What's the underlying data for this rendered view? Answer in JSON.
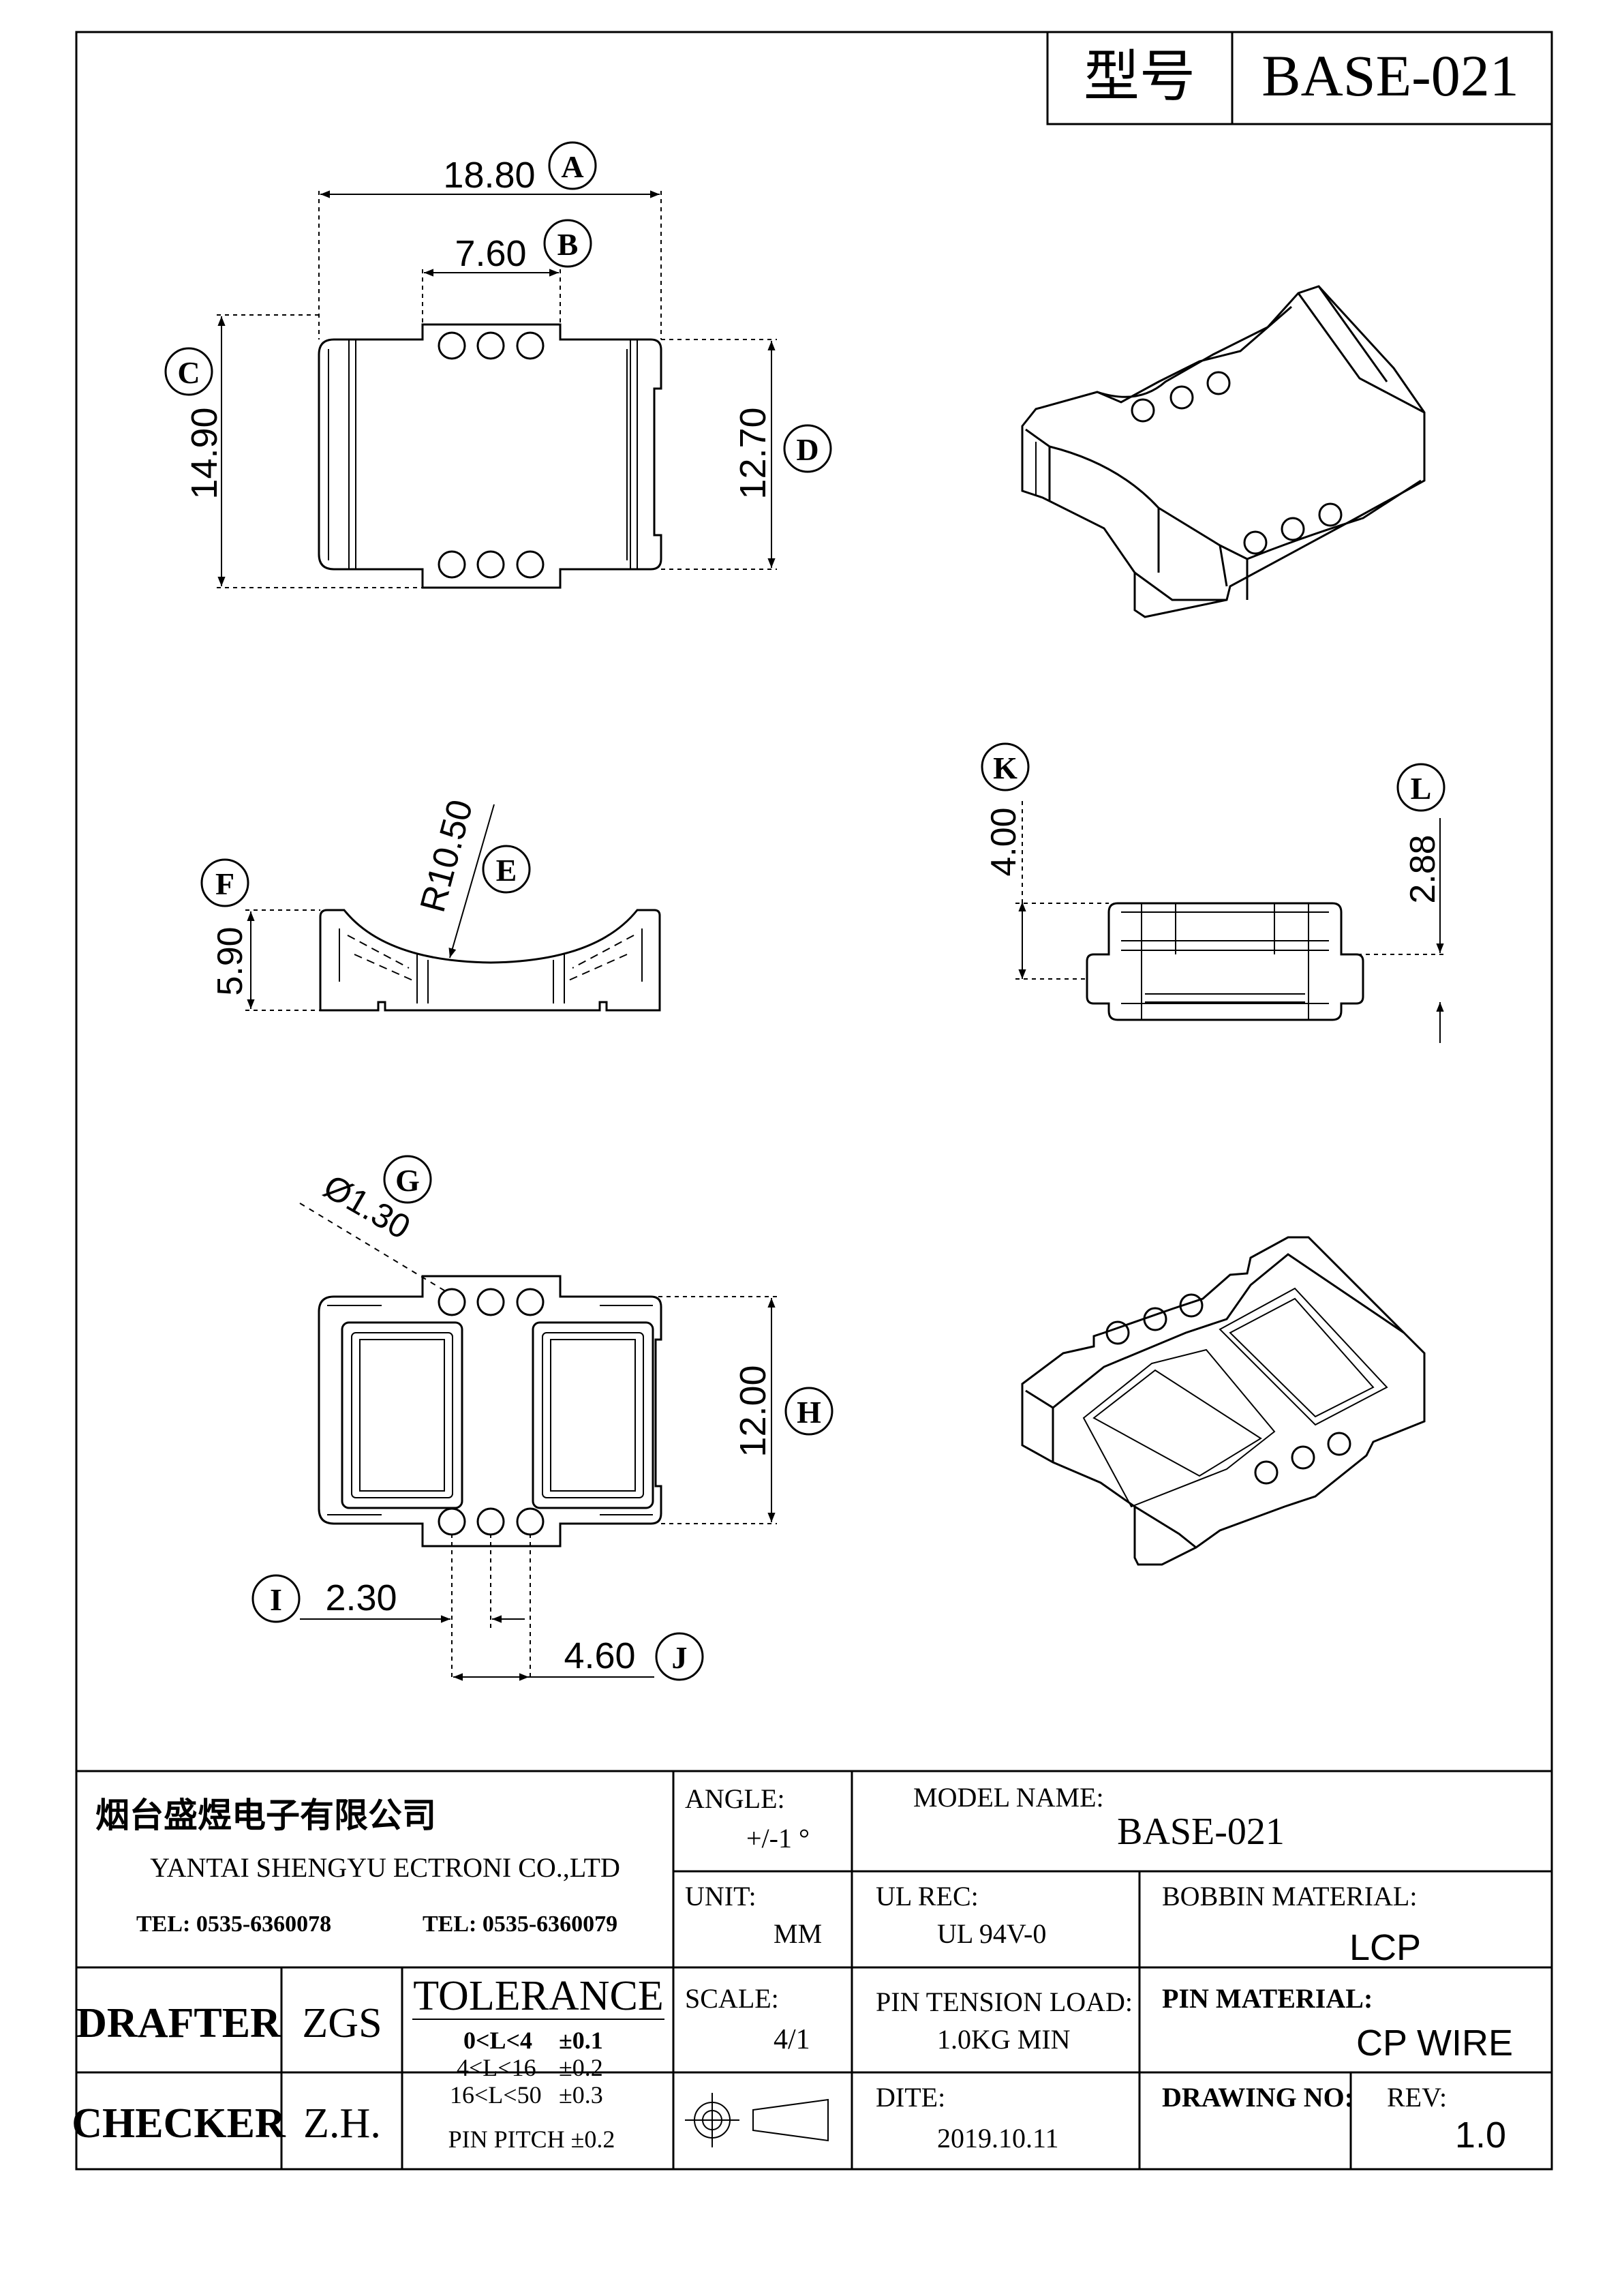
{
  "title_block_top": {
    "model_label": "型号",
    "model_value": "BASE-021"
  },
  "dimensions": {
    "A": {
      "tag": "A",
      "value": "18.80"
    },
    "B": {
      "tag": "B",
      "value": "7.60"
    },
    "C": {
      "tag": "C",
      "value": "14.90"
    },
    "D": {
      "tag": "D",
      "value": "12.70"
    },
    "E": {
      "tag": "E",
      "value": "R10.50"
    },
    "F": {
      "tag": "F",
      "value": "5.90"
    },
    "G": {
      "tag": "G",
      "value": "Ø1.30"
    },
    "H": {
      "tag": "H",
      "value": "12.00"
    },
    "I": {
      "tag": "I",
      "value": "2.30"
    },
    "J": {
      "tag": "J",
      "value": "4.60"
    },
    "K": {
      "tag": "K",
      "value": "4.00"
    },
    "L": {
      "tag": "L",
      "value": "2.88"
    }
  },
  "company": {
    "name_cn": "烟台盛煜电子有限公司",
    "name_en": "YANTAI SHENGYU ECTRONI CO.,LTD",
    "tel1": "TEL: 0535-6360078",
    "tel2": "TEL: 0535-6360079"
  },
  "angle": {
    "label": "ANGLE:",
    "value": "+/-1 °"
  },
  "unit": {
    "label": "UNIT:",
    "value": "MM"
  },
  "scale": {
    "label": "SCALE:",
    "value": "4/1"
  },
  "model_name": {
    "label": "MODEL NAME:",
    "value": "BASE-021"
  },
  "ul_rec": {
    "label": "UL REC:",
    "value": "UL 94V-0"
  },
  "bobbin_material": {
    "label": "BOBBIN MATERIAL:",
    "value": "LCP"
  },
  "pin_tension": {
    "label": "PIN TENSION LOAD:",
    "value": "1.0KG MIN"
  },
  "pin_material": {
    "label": "PIN MATERIAL:",
    "value": "CP WIRE"
  },
  "date": {
    "label": "DITE:",
    "value": "2019.10.11"
  },
  "drawing_no": {
    "label": "DRAWING NO:",
    "value": ""
  },
  "rev": {
    "label": "REV:",
    "value": "1.0"
  },
  "drafter": {
    "label": "DRAFTER",
    "value": "ZGS"
  },
  "checker": {
    "label": "CHECKER",
    "value": "Z.H."
  },
  "tolerance": {
    "title": "TOLERANCE",
    "rows": [
      {
        "range": "0<L<4",
        "tol": "±0.1"
      },
      {
        "range": "4<L<16",
        "tol": "±0.2"
      },
      {
        "range": "16<L<50",
        "tol": "±0.3"
      }
    ],
    "pin_pitch": "PIN PITCH  ±0.2"
  }
}
